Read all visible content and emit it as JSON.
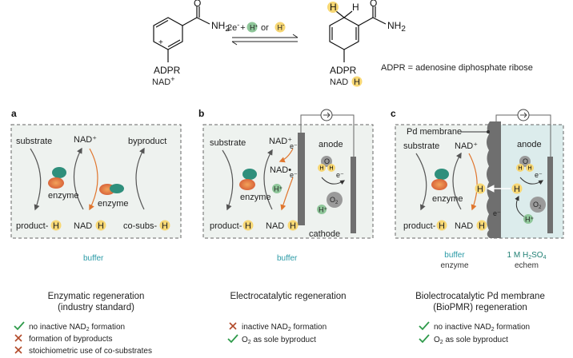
{
  "header": {
    "reaction_left": "2e",
    "reaction_minus": "-",
    "reaction_plus": "+",
    "reaction_or": "or",
    "h_plus": "H",
    "h_plus_sup": "+",
    "h_minus": "H",
    "h_minus_sup": "-",
    "nad_label": "NAD",
    "nad_sup": "+",
    "nadh_label": "NAD",
    "nadh_h": "H",
    "adpr_note": "ADPR = adenosine diphosphate ribose",
    "adpr": "ADPR",
    "nh2": "NH",
    "nh2_sub": "2",
    "o": "O",
    "n": "N",
    "n_plus": "+",
    "h": "H"
  },
  "panels": [
    {
      "letter": "a",
      "substrate": "substrate",
      "nad_plus": "NAD⁺",
      "byproduct": "byproduct",
      "enzyme1": "enzyme",
      "enzyme2": "enzyme",
      "product": "product-",
      "nadh": "NAD",
      "cosubs": "co-subs-",
      "h": "H",
      "buffer": "buffer",
      "title_lines": [
        "Enzymatic regeneration",
        "(industry standard)"
      ],
      "bullets": [
        {
          "mark": "check",
          "text": "no inactive NAD",
          "sub": "2",
          "rest": " formation"
        },
        {
          "mark": "cross",
          "text": "formation of byproducts",
          "sub": "",
          "rest": ""
        },
        {
          "mark": "cross",
          "text": "stoichiometric use of co-substrates",
          "sub": "",
          "rest": ""
        }
      ]
    },
    {
      "letter": "b",
      "substrate": "substrate",
      "nad_plus": "NAD⁺",
      "nad_radical": "NAD•",
      "enzyme": "enzyme",
      "product": "product-",
      "nadh": "NAD",
      "h": "H",
      "h_plus": "H⁺",
      "e_minus": "e⁻",
      "anode": "anode",
      "cathode": "cathode",
      "o2": "O",
      "o2_sub": "2",
      "water_h": "H",
      "water_o": "O",
      "buffer": "buffer",
      "title_lines": [
        "Electrocatalytic regeneration"
      ],
      "bullets": [
        {
          "mark": "cross",
          "text": "inactive NAD",
          "sub": "2",
          "rest": " formation"
        },
        {
          "mark": "check",
          "text": "O",
          "sub": "2",
          "rest": " as sole byproduct"
        }
      ]
    },
    {
      "letter": "c",
      "membrane": "Pd membrane",
      "substrate": "substrate",
      "nad_plus": "NAD⁺",
      "enzyme": "enzyme",
      "product": "product-",
      "nadh": "NAD",
      "h": "H",
      "h_plus": "H⁺",
      "e_minus": "e⁻",
      "anode": "anode",
      "o2": "O",
      "o2_sub": "2",
      "water_h": "H",
      "water_o": "O",
      "buffer": "buffer",
      "buffer2": "enzyme",
      "acid": "1 M H",
      "acid_sub1": "2",
      "acid_mid": "SO",
      "acid_sub2": "4",
      "acid2": "echem",
      "title_lines": [
        "Biolectrocatalytic Pd membrane",
        "(BioPMR) regeneration"
      ],
      "bullets": [
        {
          "mark": "check",
          "text": "no inactive NAD",
          "sub": "2",
          "rest": " formation"
        },
        {
          "mark": "check",
          "text": "O",
          "sub": "2",
          "rest": " as sole byproduct"
        }
      ]
    }
  ],
  "colors": {
    "box_fill": "#eef2ef",
    "box_fill_acid": "#dcecec",
    "h_badge": "#f7d774",
    "h_plus_badge": "#8fc79a",
    "electrode": "#6f6f6f",
    "orange_arrow": "#e0762e",
    "gray_arrow": "#666666",
    "check": "#2e9a4a",
    "cross": "#b24a2a",
    "buffer_text": "#2a9aa6",
    "acid_text": "#1f7f73",
    "o2": "#9a9a9a"
  }
}
